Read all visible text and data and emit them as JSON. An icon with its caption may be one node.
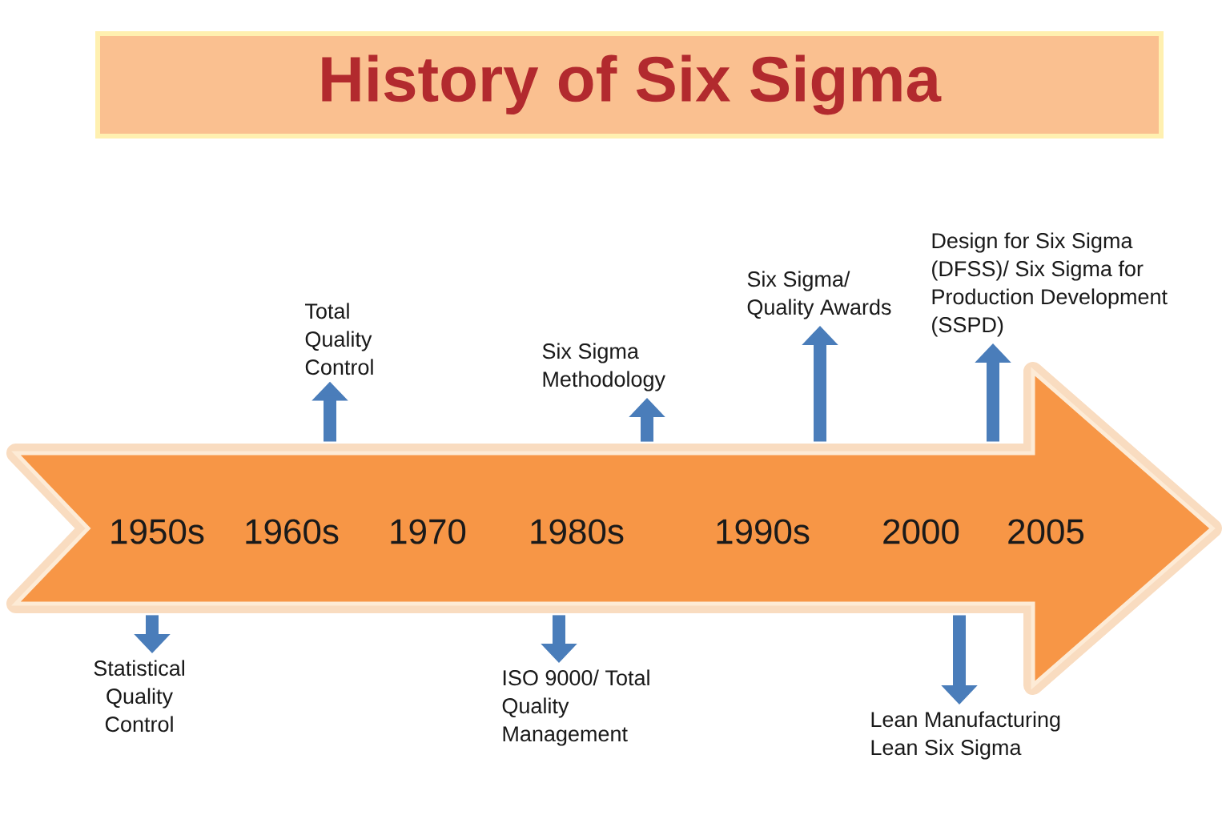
{
  "diagram": {
    "title": "History of Six Sigma",
    "nodes": [
      {
        "text": [
          "Total Quality Control"
        ]
      },
      {
        "text": [
          "Six Sigma Methodology"
        ]
      },
      {
        "text": [
          "Six Sigma/ Quality Awards"
        ]
      },
      {
        "text": [
          "Design for Six Sigma (DFSS)/ Six Sigma for Production Development (SSPD)"
        ]
      },
      {
        "text": [
          "1950s",
          "1960s",
          "1970",
          "1980s",
          "1990s",
          "2000",
          "2005"
        ]
      },
      {
        "text": [
          "Statistical Quality Control"
        ]
      },
      {
        "text": [
          "ISO 9000/ Total Quality Management"
        ]
      },
      {
        "text": [
          "Lean Manufacturing Lean Six Sigma"
        ]
      }
    ],
    "edges": [
      {
        "from": 4,
        "to": 0,
        "arrow": "to"
      },
      {
        "from": 4,
        "to": 1,
        "arrow": "to"
      },
      {
        "from": 4,
        "to": 2,
        "arrow": "to"
      },
      {
        "from": 4,
        "to": 3,
        "arrow": "to"
      },
      {
        "from": 4,
        "to": 5,
        "arrow": "to"
      },
      {
        "from": 4,
        "to": 6,
        "arrow": "to"
      },
      {
        "from": 4,
        "to": 7,
        "arrow": "to"
      }
    ]
  }
}
